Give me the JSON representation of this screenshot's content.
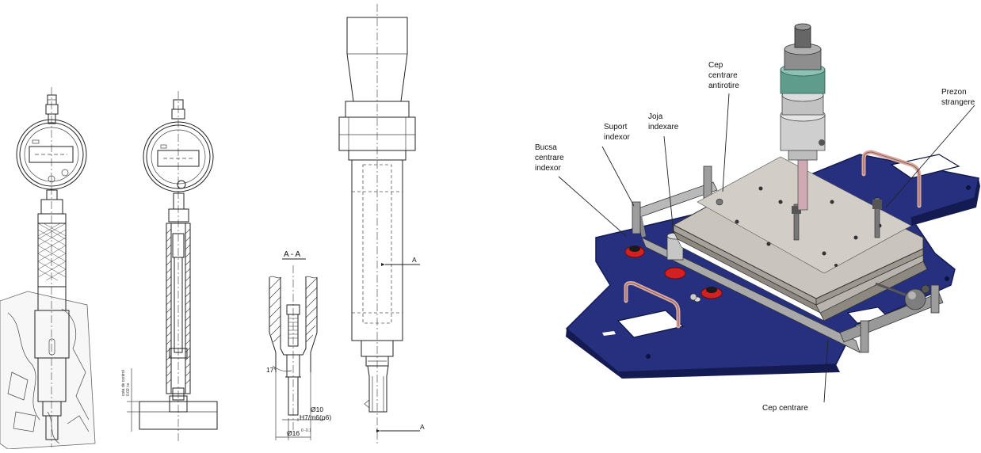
{
  "section_drawing": {
    "section_title": "A - A",
    "dim_angle": "17°",
    "dim_diameter_bore": "Ø10",
    "dim_fit": "H7/m6(p6)",
    "dim_diameter_outer": "Ø16",
    "dim_outer_tolerance": "0\n-0.1"
  },
  "side_gauge": {
    "dim_label_line1": "cota de control",
    "dim_label_line2": "0.02 ±x"
  },
  "tool_drawing": {
    "section_mark_upper": "A",
    "section_mark_lower": "A"
  },
  "fixture": {
    "labels": {
      "bucsa": [
        "Bucsa",
        "centrare",
        "indexor"
      ],
      "suport": [
        "Suport",
        "indexor"
      ],
      "joja": [
        "Joja",
        "indexare"
      ],
      "cep_antirotire": [
        "Cep",
        "centrare",
        "antirotire"
      ],
      "prezon": [
        "Prezon",
        "strangere"
      ],
      "cep_centrare": "Cep centrare"
    },
    "colors": {
      "base_plate": "#26307e",
      "base_plate_edge": "#141a52",
      "top_plate": "#c9c4bd",
      "top_plate_dark": "#8d8880",
      "handle": "#d8a8a0",
      "red_bushing": "#d42020",
      "gauge_teal": "#5f9c8c"
    }
  }
}
